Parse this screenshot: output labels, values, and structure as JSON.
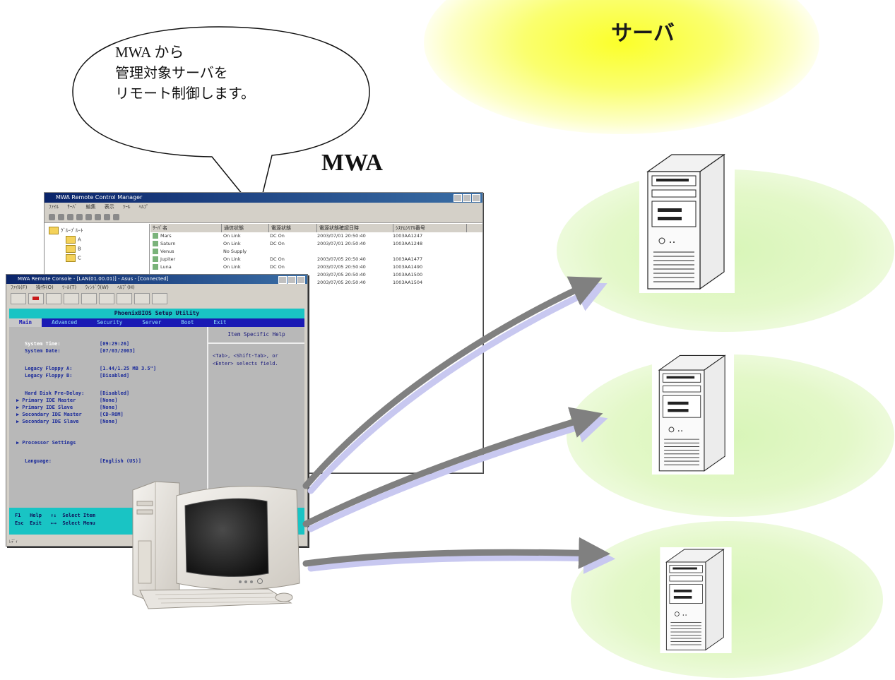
{
  "title": "サーバ",
  "mwa_label": "MWA",
  "speech_bubble": {
    "line1": "MWA から",
    "line2": "管理対象サーバを",
    "line3": "リモート制御します。"
  },
  "colors": {
    "glow": "#fbff2a",
    "ellipse": "#d8f5b8",
    "arrow": "#808080",
    "arrow_shadow": "#c8c8f0"
  },
  "remote_manager": {
    "title": "MWA Remote Control Manager",
    "menu": [
      "ﾌｧｲﾙ",
      "ｻｰﾊﾞ",
      "編集",
      "表示",
      "ﾂｰﾙ",
      "ﾍﾙﾌﾟ"
    ],
    "tree": [
      "ｸﾞﾙｰﾌﾟﾙｰﾄ",
      "A",
      "B",
      "C"
    ],
    "columns": [
      "ｻｰﾊﾞ名",
      "通信状態",
      "電源状態",
      "電源状態確認日時",
      "ｼｽﾃﾑｼﾘｱﾙ番号"
    ],
    "rows": [
      [
        "Mars",
        "On Link",
        "DC On",
        "2003/07/01 20:50:40",
        "1003AA1247"
      ],
      [
        "Saturn",
        "On Link",
        "DC On",
        "2003/07/01 20:50:40",
        "1003AA1248"
      ],
      [
        "Venus",
        "No Supply",
        "",
        "",
        ""
      ],
      [
        "Jupiter",
        "On Link",
        "DC On",
        "2003/07/05 20:50:40",
        "1003AA1477"
      ],
      [
        "Luna",
        "On Link",
        "DC On",
        "2003/07/05 20:50:40",
        "1003AA1490"
      ],
      [
        "",
        "",
        "",
        "2003/07/05 20:50:40",
        "1003AA1500"
      ],
      [
        "",
        "",
        "",
        "2003/07/05 20:50:40",
        "1003AA1504"
      ]
    ]
  },
  "bios_console": {
    "title": "MWA Remote Console - [LAN(01.00.01)] - Asus - [Connected]",
    "menu": [
      "ﾌｧｲﾙ(F)",
      "操作(O)",
      "ﾂｰﾙ(T)",
      "ｳｨﾝﾄﾞｳ(W)",
      "ﾍﾙﾌﾟ(H)"
    ],
    "header": "PhoenixBIOS Setup Utility",
    "tabs": [
      "Main",
      "Advanced",
      "Security",
      "Server",
      "Boot",
      "Exit"
    ],
    "help_title": "Item Specific Help",
    "help_text": "<Tab>, <Shift-Tab>, or\n<Enter> selects field.",
    "items": [
      {
        "label": "System Time:",
        "value": "[09:29:26]"
      },
      {
        "label": "System Date:",
        "value": "[07/03/2003]"
      },
      {
        "label": "Legacy Floppy A:",
        "value": "[1.44/1.25 MB  3.5\"]"
      },
      {
        "label": "Legacy Floppy B:",
        "value": "[Disabled]"
      },
      {
        "label": "Hard Disk Pre-Delay:",
        "value": "[Disabled]"
      },
      {
        "label": "▶ Primary IDE Master",
        "value": "[None]"
      },
      {
        "label": "▶ Primary IDE Slave",
        "value": "[None]"
      },
      {
        "label": "▶ Secondary IDE Master",
        "value": "[CD-ROM]"
      },
      {
        "label": "▶ Secondary IDE Slave",
        "value": "[None]"
      },
      {
        "label": "▶ Processor Settings",
        "value": ""
      },
      {
        "label": "Language:",
        "value": "[English (US)]"
      }
    ],
    "footer": "F1   Help   ↑↓  Select Item\nEsc  Exit   ←→  Select Menu",
    "status": "ﾚﾃﾞｨ"
  },
  "nodes": [
    {
      "name": "admin-pc-icon"
    },
    {
      "name": "server-tower-icon-1"
    },
    {
      "name": "server-tower-icon-2"
    },
    {
      "name": "server-tower-icon-3"
    }
  ]
}
